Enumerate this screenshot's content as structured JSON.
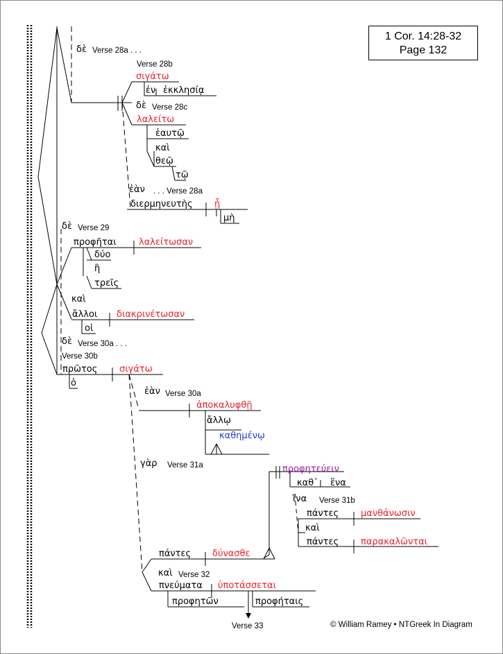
{
  "reference": {
    "line1": "1 Cor. 14:28-32",
    "line2": "Page 132"
  },
  "copyright": "© William Ramey • NTGreek In Diagram",
  "words": {
    "de_28a": "δὲ",
    "verse_28a": "Verse 28a . . .",
    "verse_28b": "Verse 28b",
    "sigato_1": "σιγάτω",
    "en": "ἐν",
    "ekklesia": "ἐκκλησίᾳ",
    "de_28c": "δὲ",
    "verse_28c": "Verse 28c",
    "laleito": "λαλείτω",
    "heauto": "ἑαυτῷ",
    "kai_1": "καὶ",
    "theo": "θεῷ",
    "to": "τῷ",
    "ean_1": "ἐὰν",
    "verse_28a_2": ". . . Verse 28a",
    "diermeneutes": "διερμηνευτὴς",
    "e_1": "ᾖ",
    "me": "μὴ",
    "de_29": "δὲ",
    "verse_29": "Verse 29",
    "prophetai": "προφῆται",
    "laleitosan": "λαλείτωσαν",
    "duo": "δύο",
    "e_2": "ἢ",
    "treis": "τρεῖς",
    "kai_2": "καὶ",
    "alloi": "ἄλλοι",
    "diakrinetosan": "διακρινέτωσαν",
    "hoi": "οἱ",
    "de_30": "δὲ",
    "verse_30a": "Verse 30a . . .",
    "verse_30b": "Verse 30b",
    "protos": "πρῶτος",
    "sigato_2": "σιγάτω",
    "ho": "ὁ",
    "ean_2": "ἐὰν",
    "verse_30a_2": "Verse 30a",
    "apokalyphthe": "ἀποκαλυφθῇ",
    "allo": "ἄλλῳ",
    "kathemeno": "καθημένῳ",
    "gar": "γὰρ",
    "verse_31a": "Verse 31a",
    "propheteuein": "προφητεύειν",
    "kath": "καθ᾽",
    "hena": "ἕνα",
    "hina": "ἵνα",
    "verse_31b": "Verse 31b",
    "pantes_1": "πάντες",
    "manthanosin": "μανθάνωσιν",
    "kai_3": "καὶ",
    "pantes_2": "πάντες",
    "parakalontai": "παρακαλῶνται",
    "pantes_3": "πάντες",
    "dunasthe": "δύνασθε",
    "kai_4": "καὶ",
    "verse_32": "Verse 32",
    "pneumata": "πνεύματα",
    "hypotassetai": "ὑποτάσσεται",
    "propheton": "προφητῶν",
    "prophetais": "προφήταις",
    "verse_33": "Verse 33"
  },
  "colors": {
    "verb": "#e8202a",
    "participle": "#1a3fd6",
    "infinitive": "#9a1ea0"
  }
}
